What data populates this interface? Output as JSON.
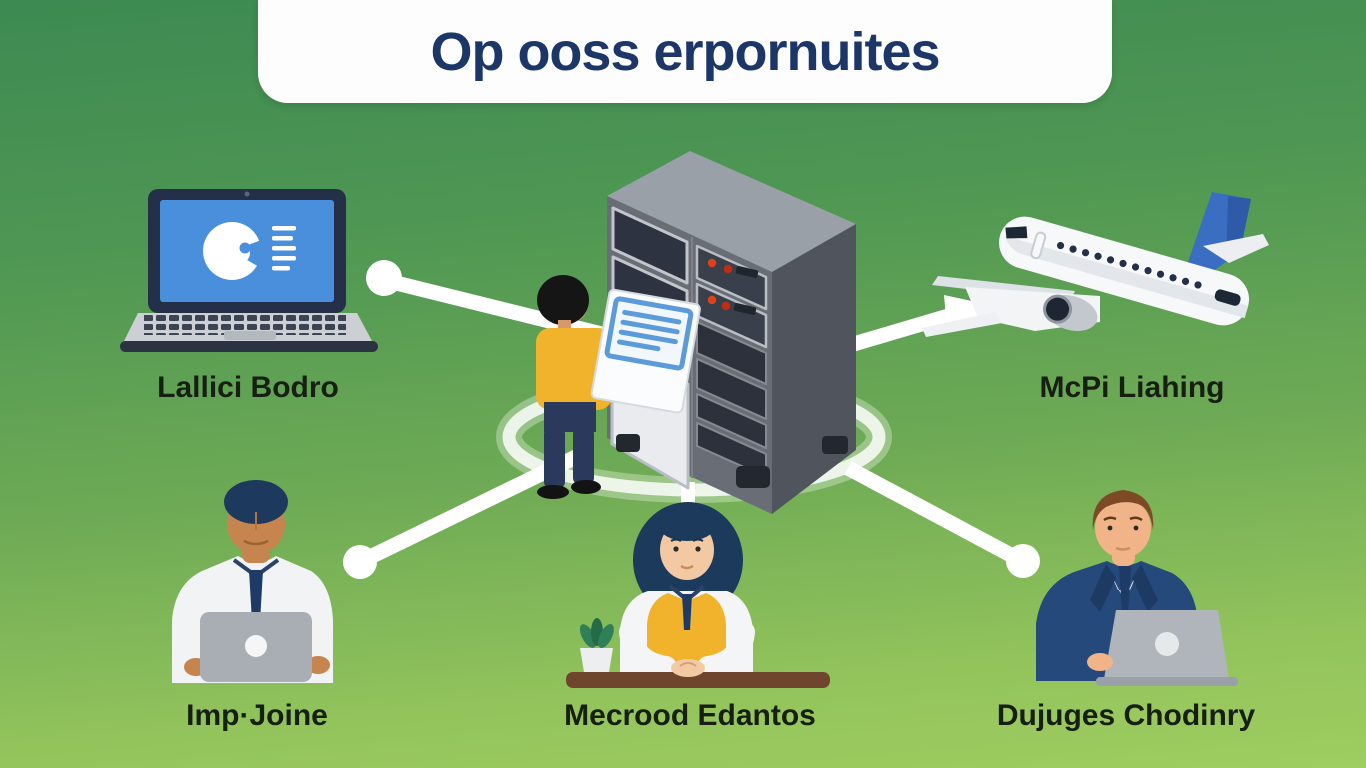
{
  "title": "Op ooss erpornuites",
  "labels": {
    "laptop": "Lallici Bodro",
    "airplane": "McPi Liahing",
    "worker_left": "Imp·Joine",
    "worker_center": "Mecrood Edantos",
    "worker_right": "Dujuges Chodinry"
  },
  "illustrations": [
    "laptop-with-pie-chart",
    "airplane",
    "server-rack-with-technician-holding-document",
    "man-at-laptop",
    "woman-at-desk-with-plant",
    "businessman-at-laptop"
  ],
  "colors": {
    "background_top": "#3d8a52",
    "background_bottom": "#9ecd60",
    "banner": "#fcfdfc",
    "title_text": "#1d3668",
    "label_text": "#171e12",
    "connector_white": "#ffffff",
    "screen_blue": "#4a8fdb",
    "accent_yellow": "#f1b32b",
    "navy": "#1e3a66",
    "server_gray": "#696e76",
    "led_red": "#e04018",
    "plane_tail_blue": "#3a6ec2",
    "desk_brown": "#6f452e"
  }
}
